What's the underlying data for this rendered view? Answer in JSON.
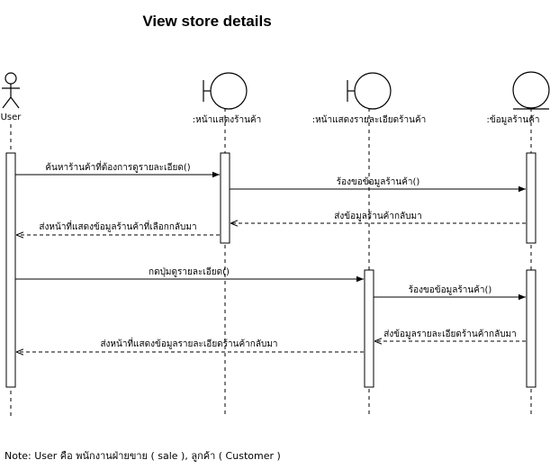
{
  "title": "View store details",
  "participants": [
    {
      "id": "user",
      "type": "actor",
      "label": "User"
    },
    {
      "id": "store_page",
      "type": "boundary",
      "label": ":หน้าแสดงร้านค้า"
    },
    {
      "id": "detail_page",
      "type": "boundary",
      "label": ":หน้าแสดงรายละเอียดร้านค้า"
    },
    {
      "id": "store_data",
      "type": "entity",
      "label": ":ข้อมูลร้านค้า"
    }
  ],
  "messages": [
    {
      "label": "ค้นหาร้านค้าที่ต้องการดูรายละเอียด()",
      "from": "user",
      "to": "store_page",
      "kind": "call"
    },
    {
      "label": "ร้องขอข้อมูลร้านค้า()",
      "from": "store_page",
      "to": "store_data",
      "kind": "call"
    },
    {
      "label": "ส่งข้อมูลร้านค้ากลับมา",
      "from": "store_data",
      "to": "store_page",
      "kind": "return"
    },
    {
      "label": "ส่งหน้าที่แสดงข้อมูลร้านค้าที่เลือกกลับมา",
      "from": "store_page",
      "to": "user",
      "kind": "return"
    },
    {
      "label": "กดปุ่มดูรายละเอียด()",
      "from": "user",
      "to": "detail_page",
      "kind": "call"
    },
    {
      "label": "ร้องขอข้อมูลร้านค้า()",
      "from": "detail_page",
      "to": "store_data",
      "kind": "call"
    },
    {
      "label": "ส่งข้อมูลรายละเอียดร้านค้ากลับมา",
      "from": "store_data",
      "to": "detail_page",
      "kind": "return"
    },
    {
      "label": "ส่งหน้าที่แสดงข้อมูลรายละเอียดร้านค้ากลับมา",
      "from": "detail_page",
      "to": "user",
      "kind": "return"
    }
  ],
  "note": "Note: User คือ พนักงานฝ่ายขาย ( sale ), ลูกค้า ( Customer )"
}
